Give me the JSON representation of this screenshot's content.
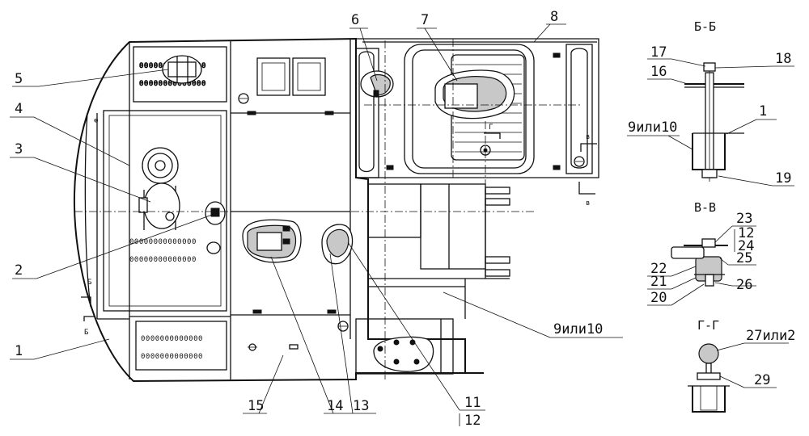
{
  "sections": {
    "b": "Б-Б",
    "v": "В-В",
    "g": "Г-Г"
  },
  "section_markers": {
    "b": "Б",
    "v": "в",
    "g": "Г"
  },
  "callouts": {
    "c1": "1",
    "c2": "2",
    "c3": "3",
    "c4": "4",
    "c5": "5",
    "c6": "6",
    "c7": "7",
    "c8": "8",
    "c9": "9или10",
    "c11": "11",
    "c12": "12",
    "c13": "13",
    "c14": "14",
    "c15": "15"
  },
  "section_b_callouts": {
    "c17": "17",
    "c18": "18",
    "c16": "16",
    "c1": "1",
    "c9": "9или10",
    "c19": "19"
  },
  "section_v_callouts": {
    "c23": "23",
    "c12": "12",
    "c24": "24",
    "c25": "25",
    "c22": "22",
    "c21": "21",
    "c26": "26",
    "c20": "20"
  },
  "section_g_callouts": {
    "c27": "27или2",
    "c29": "29"
  }
}
